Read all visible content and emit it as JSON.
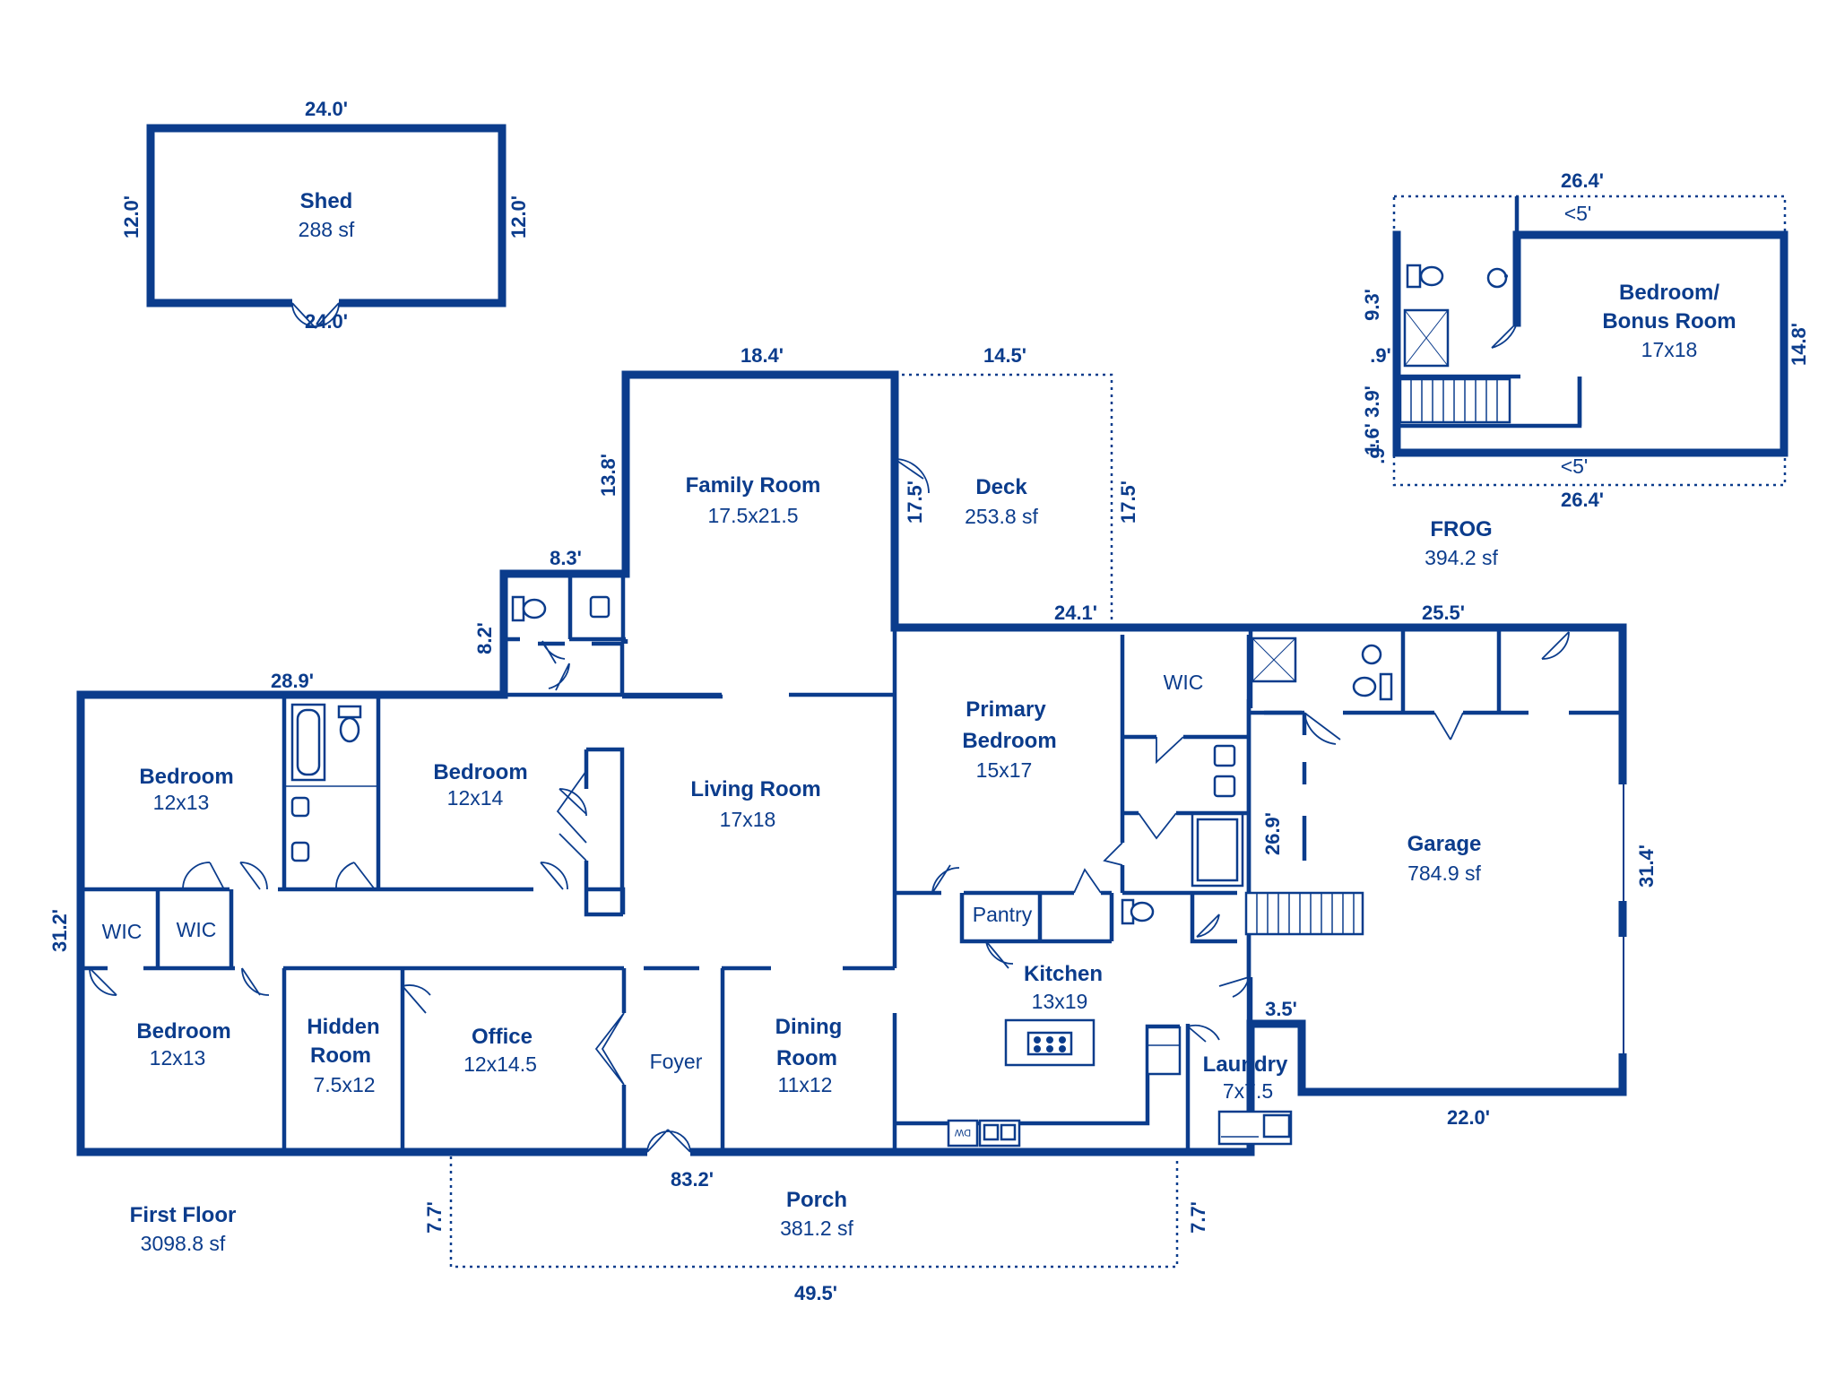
{
  "colors": {
    "ink": "#0b3c8c",
    "background": "#ffffff"
  },
  "shed": {
    "name": "Shed",
    "area": "288 sf",
    "dim_top": "24.0'",
    "dim_bottom": "24.0'",
    "dim_left": "12.0'",
    "dim_right": "12.0'"
  },
  "frog": {
    "title": "FROG",
    "area": "394.2 sf",
    "room_line1": "Bedroom/",
    "room_line2": "Bonus Room",
    "room_size": "17x18",
    "dim_top": "26.4'",
    "dim_bottom": "26.4'",
    "ceiling_top": "<5'",
    "ceiling_bottom": "<5'",
    "dim_right": "14.8'",
    "dim_left_a": "9.3'",
    "dim_left_b": ".9'",
    "dim_left_c": "3.9'",
    "dim_left_d": "1.6'",
    "dim_left_e": ".9'"
  },
  "first_floor": {
    "title": "First Floor",
    "area": "3098.8 sf"
  },
  "rooms": {
    "family": {
      "name": "Family Room",
      "size": "17.5x21.5"
    },
    "deck": {
      "name": "Deck",
      "area": "253.8 sf"
    },
    "living": {
      "name": "Living Room",
      "size": "17x18"
    },
    "primary": {
      "name_line1": "Primary",
      "name_line2": "Bedroom",
      "size": "15x17"
    },
    "wic_primary": {
      "name": "WIC"
    },
    "bed1": {
      "name": "Bedroom",
      "size": "12x13"
    },
    "bed2": {
      "name": "Bedroom",
      "size": "12x14"
    },
    "bed3": {
      "name": "Bedroom",
      "size": "12x13"
    },
    "wic1": {
      "name": "WIC"
    },
    "wic2": {
      "name": "WIC"
    },
    "hidden": {
      "name_line1": "Hidden",
      "name_line2": "Room",
      "size": "7.5x12"
    },
    "office": {
      "name": "Office",
      "size": "12x14.5"
    },
    "foyer": {
      "name": "Foyer"
    },
    "dining": {
      "name_line1": "Dining",
      "name_line2": "Room",
      "size": "11x12"
    },
    "pantry": {
      "name": "Pantry"
    },
    "kitchen": {
      "name": "Kitchen",
      "size": "13x19"
    },
    "laundry": {
      "name": "Laundry",
      "size": "7x7.5"
    },
    "garage": {
      "name": "Garage",
      "area": "784.9 sf"
    },
    "porch": {
      "name": "Porch",
      "area": "381.2 sf"
    }
  },
  "dims": {
    "d_18_4": "18.4'",
    "d_14_5": "14.5'",
    "d_13_8": "13.8'",
    "d_17_5a": "17.5'",
    "d_17_5b": "17.5'",
    "d_8_3": "8.3'",
    "d_8_2": "8.2'",
    "d_24_1": "24.1'",
    "d_25_5": "25.5'",
    "d_28_9": "28.9'",
    "d_26_9": "26.9'",
    "d_31_4": "31.4'",
    "d_31_2": "31.2'",
    "d_3_5": "3.5'",
    "d_22_0": "22.0'",
    "d_83_2": "83.2'",
    "d_7_7a": "7.7'",
    "d_7_7b": "7.7'",
    "d_49_5": "49.5'"
  },
  "appliance": {
    "dw": "DW"
  }
}
